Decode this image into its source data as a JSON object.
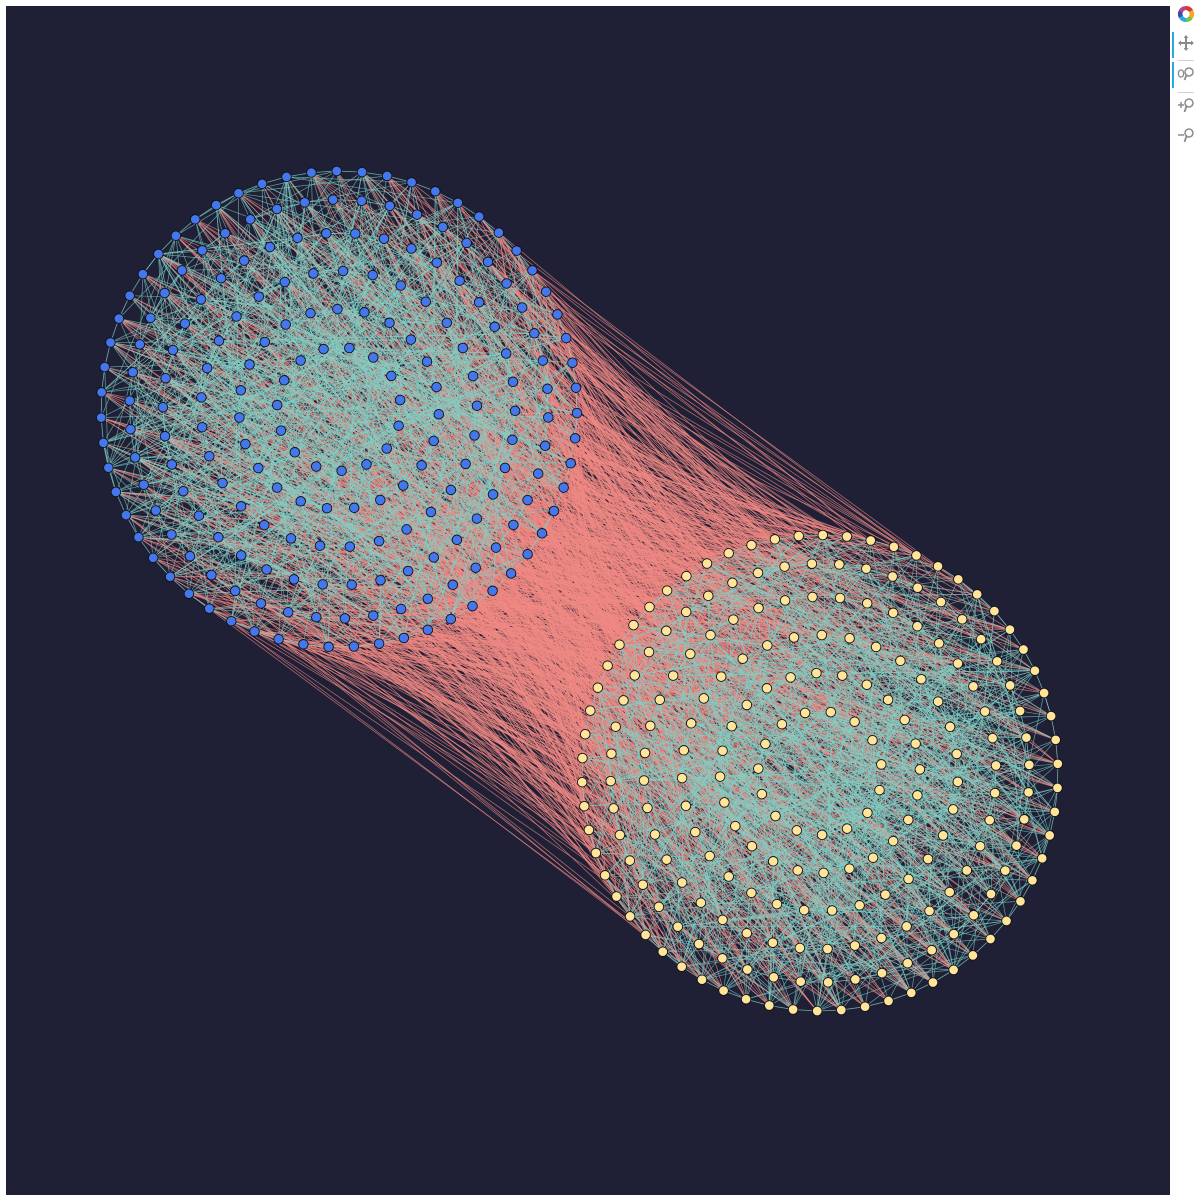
{
  "colors": {
    "background": "#1f2036",
    "group_a_fill": "#4477ee",
    "group_b_fill": "#ffe49a",
    "node_stroke": "#111111",
    "intra_edge": "#7fd1c6",
    "inter_edge": "#f08a84"
  },
  "graph": {
    "groups": [
      {
        "id": "group-a",
        "color_key": "group_a_fill",
        "node_count": 210
      },
      {
        "id": "group-b",
        "color_key": "group_b_fill",
        "node_count": 220
      }
    ],
    "edges": {
      "intra_color_key": "intra_edge",
      "inter_color_key": "inter_edge"
    }
  },
  "toolbar": {
    "logo_icon": "bokeh-logo-icon",
    "tools": [
      {
        "name": "pan-tool",
        "icon": "pan-arrows-icon",
        "active": true
      },
      {
        "name": "wheel-zoom-tool",
        "icon": "wheel-zoom-icon",
        "active": true
      },
      {
        "name": "zoom-in-tool",
        "icon": "zoom-in-icon",
        "active": false
      },
      {
        "name": "zoom-out-tool",
        "icon": "zoom-out-icon",
        "active": false
      }
    ]
  }
}
